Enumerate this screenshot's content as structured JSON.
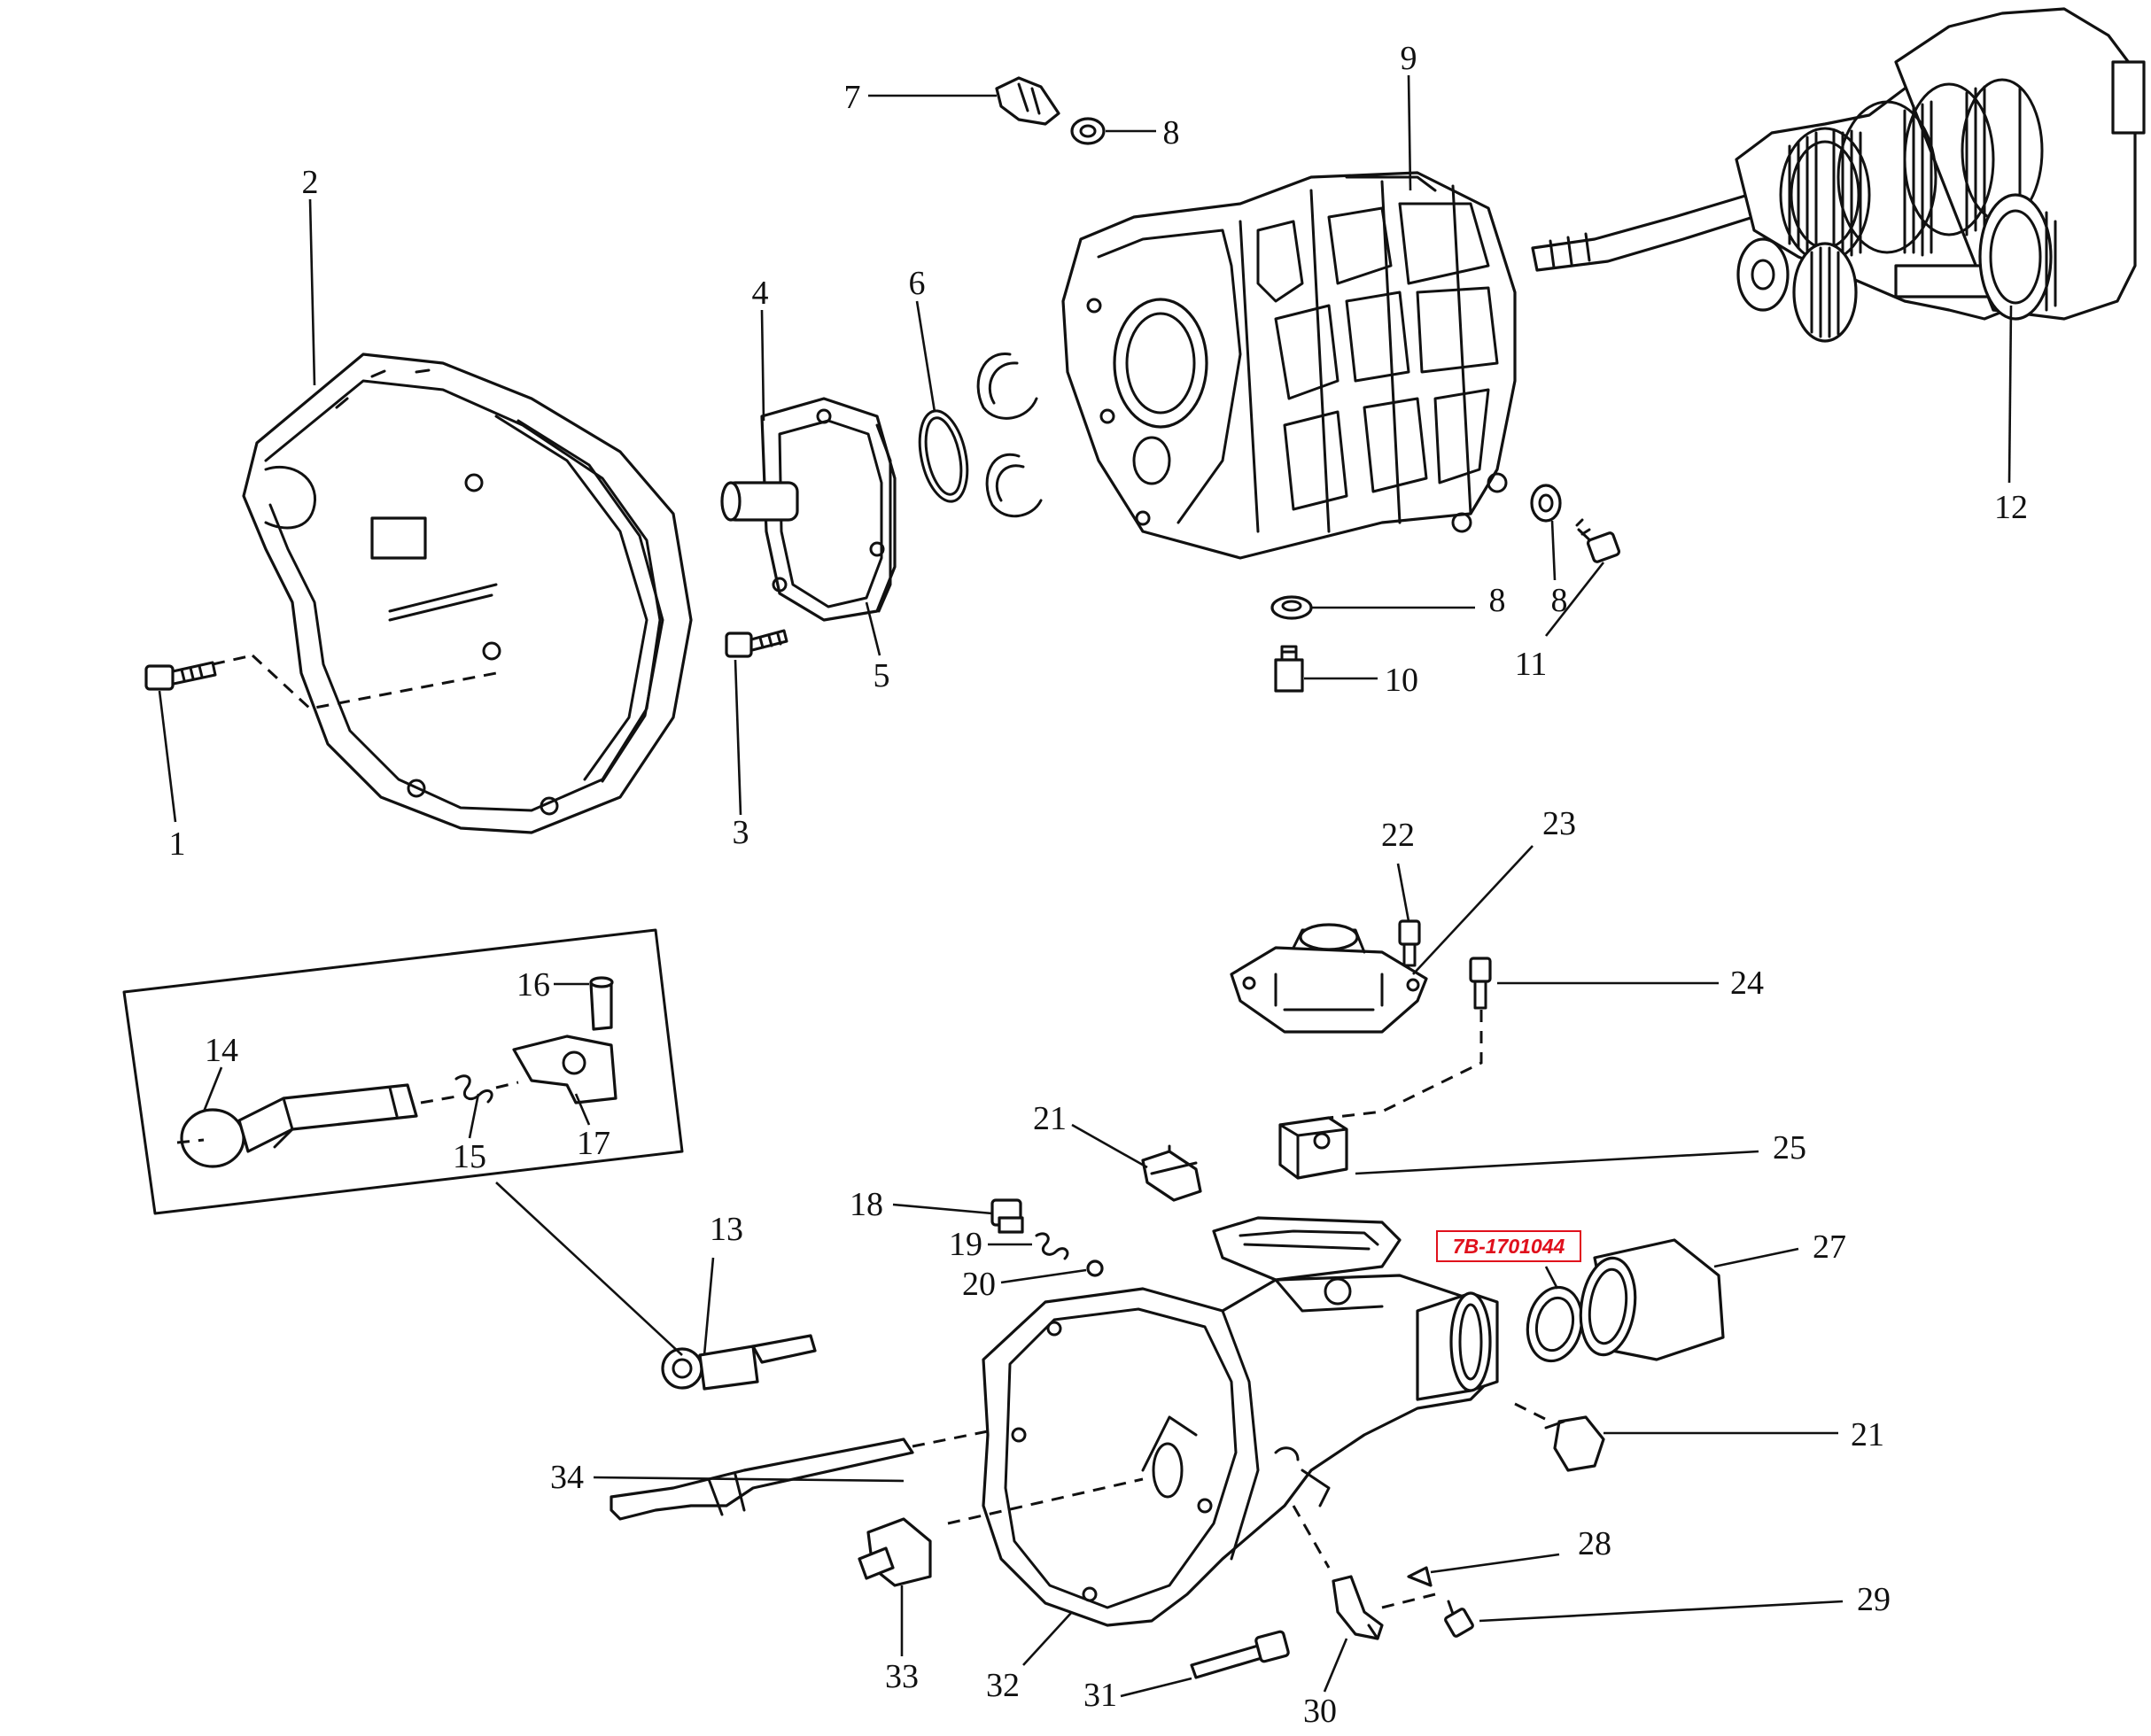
{
  "callouts": [
    {
      "id": "c1",
      "label": "1"
    },
    {
      "id": "c2",
      "label": "2"
    },
    {
      "id": "c3",
      "label": "3"
    },
    {
      "id": "c4",
      "label": "4"
    },
    {
      "id": "c5",
      "label": "5"
    },
    {
      "id": "c6",
      "label": "6"
    },
    {
      "id": "c7",
      "label": "7"
    },
    {
      "id": "c8a",
      "label": "8"
    },
    {
      "id": "c8b",
      "label": "8"
    },
    {
      "id": "c8c",
      "label": "8"
    },
    {
      "id": "c9",
      "label": "9"
    },
    {
      "id": "c10",
      "label": "10"
    },
    {
      "id": "c11",
      "label": "11"
    },
    {
      "id": "c12",
      "label": "12"
    },
    {
      "id": "c13",
      "label": "13"
    },
    {
      "id": "c14",
      "label": "14"
    },
    {
      "id": "c15",
      "label": "15"
    },
    {
      "id": "c16",
      "label": "16"
    },
    {
      "id": "c17",
      "label": "17"
    },
    {
      "id": "c18",
      "label": "18"
    },
    {
      "id": "c19",
      "label": "19"
    },
    {
      "id": "c20",
      "label": "20"
    },
    {
      "id": "c21a",
      "label": "21"
    },
    {
      "id": "c21b",
      "label": "21"
    },
    {
      "id": "c22",
      "label": "22"
    },
    {
      "id": "c23",
      "label": "23"
    },
    {
      "id": "c24",
      "label": "24"
    },
    {
      "id": "c25",
      "label": "25"
    },
    {
      "id": "c27",
      "label": "27"
    },
    {
      "id": "c28",
      "label": "28"
    },
    {
      "id": "c29",
      "label": "29"
    },
    {
      "id": "c30",
      "label": "30"
    },
    {
      "id": "c31",
      "label": "31"
    },
    {
      "id": "c32",
      "label": "32"
    },
    {
      "id": "c33",
      "label": "33"
    },
    {
      "id": "c34",
      "label": "34"
    }
  ],
  "part_number_tag": {
    "text": "7B-1701044",
    "color": "#e0101c"
  }
}
